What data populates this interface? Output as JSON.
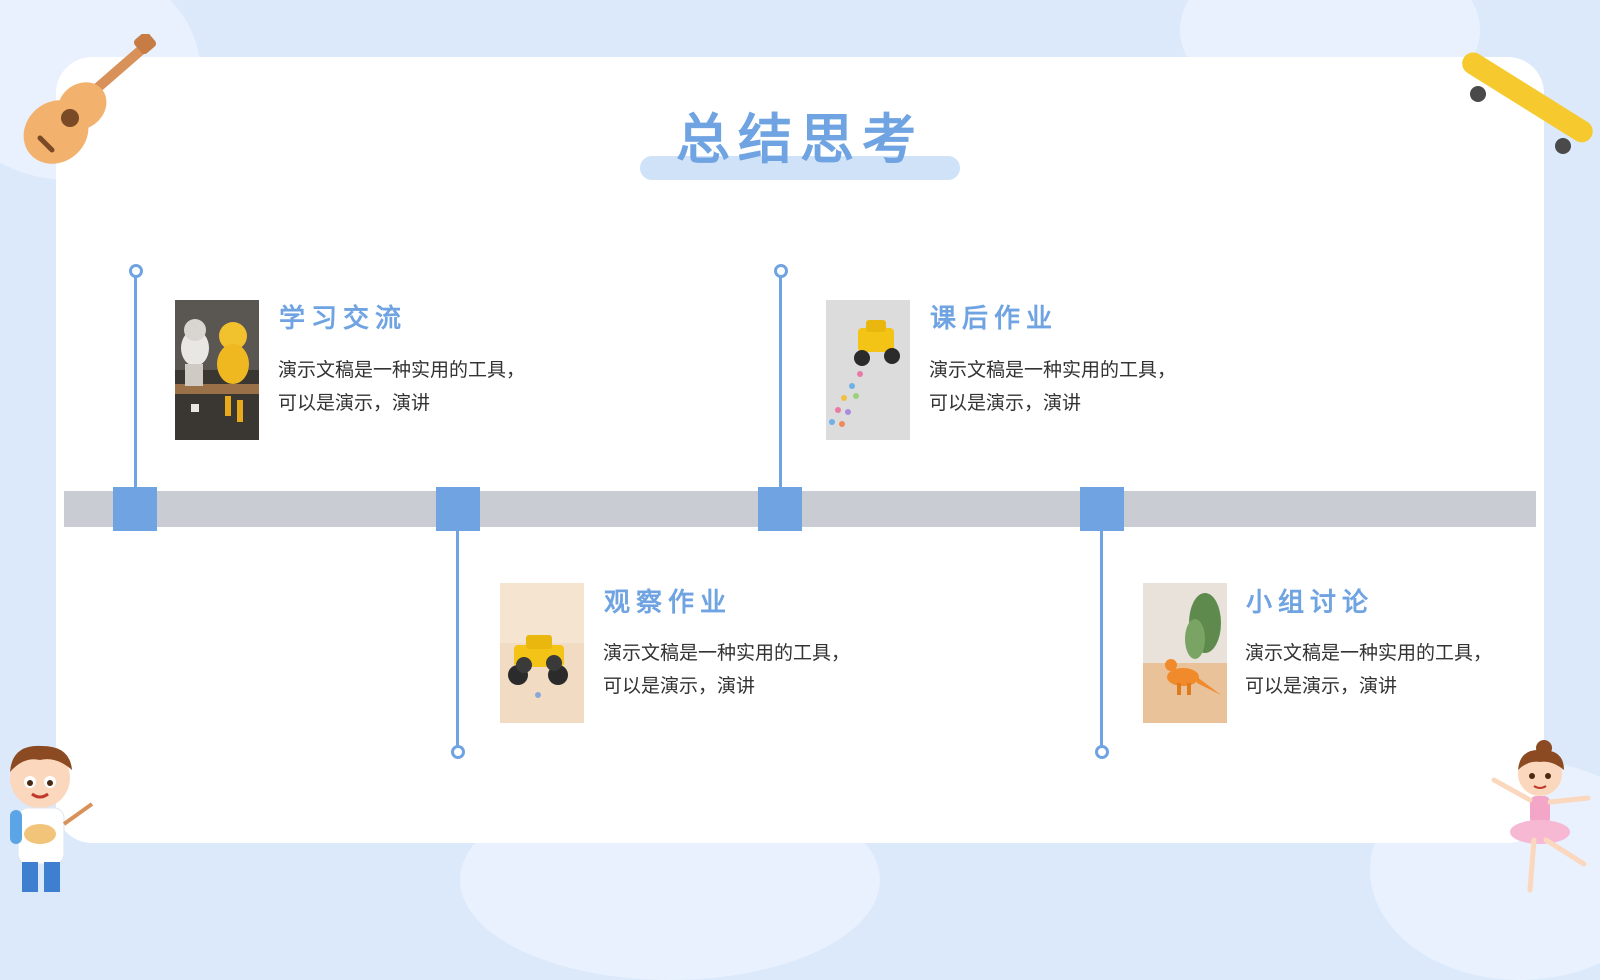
{
  "title": "总结思考",
  "items": [
    {
      "title": "学习交流",
      "desc": "演示文稿是一种实用的工具，可以是演示，演讲"
    },
    {
      "title": "观察作业",
      "desc": "演示文稿是一种实用的工具，可以是演示，演讲"
    },
    {
      "title": "课后作业",
      "desc": "演示文稿是一种实用的工具，可以是演示，演讲"
    },
    {
      "title": "小组讨论",
      "desc": "演示文稿是一种实用的工具，可以是演示，演讲"
    }
  ],
  "colors": {
    "accent": "#6fa3e1",
    "track": "#c9cdd3",
    "background": "#dbe9fb"
  },
  "icons": [
    "guitar-icon",
    "skateboard-icon",
    "boy-painter-icon",
    "ballerina-girl-icon"
  ]
}
